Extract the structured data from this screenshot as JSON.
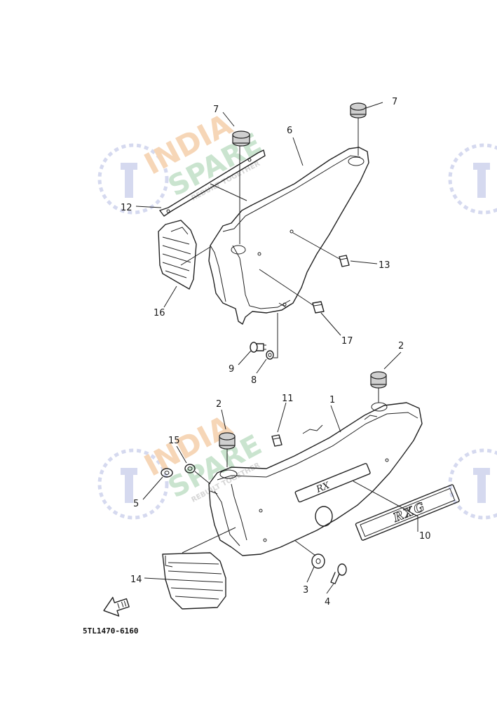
{
  "diagram": {
    "part_code": "5TL1470-6160",
    "upper_cover_text": "",
    "emblem_text": "RXG",
    "cover_script_text": "RX"
  },
  "callouts": [
    {
      "id": "c7a",
      "label": "7"
    },
    {
      "id": "c7b",
      "label": "7"
    },
    {
      "id": "c6",
      "label": "6"
    },
    {
      "id": "c12",
      "label": "12"
    },
    {
      "id": "c13",
      "label": "13"
    },
    {
      "id": "c16",
      "label": "16"
    },
    {
      "id": "c17",
      "label": "17"
    },
    {
      "id": "c9",
      "label": "9"
    },
    {
      "id": "c8",
      "label": "8"
    },
    {
      "id": "c2a",
      "label": "2"
    },
    {
      "id": "c2b",
      "label": "2"
    },
    {
      "id": "c11",
      "label": "11"
    },
    {
      "id": "c1",
      "label": "1"
    },
    {
      "id": "c15",
      "label": "15"
    },
    {
      "id": "c5",
      "label": "5"
    },
    {
      "id": "c10",
      "label": "10"
    },
    {
      "id": "c14",
      "label": "14"
    },
    {
      "id": "c3",
      "label": "3"
    },
    {
      "id": "c4",
      "label": "4"
    }
  ],
  "watermark": {
    "brand_line1": "INDIA",
    "brand_line2": "SPARE",
    "tagline": "REBUILT TOGETHER",
    "colors": {
      "orange": "#f4c9a0",
      "green": "#b9dcc0",
      "blue": "#c8cdea"
    }
  },
  "colors": {
    "ink": "#222222",
    "paper": "#ffffff"
  }
}
